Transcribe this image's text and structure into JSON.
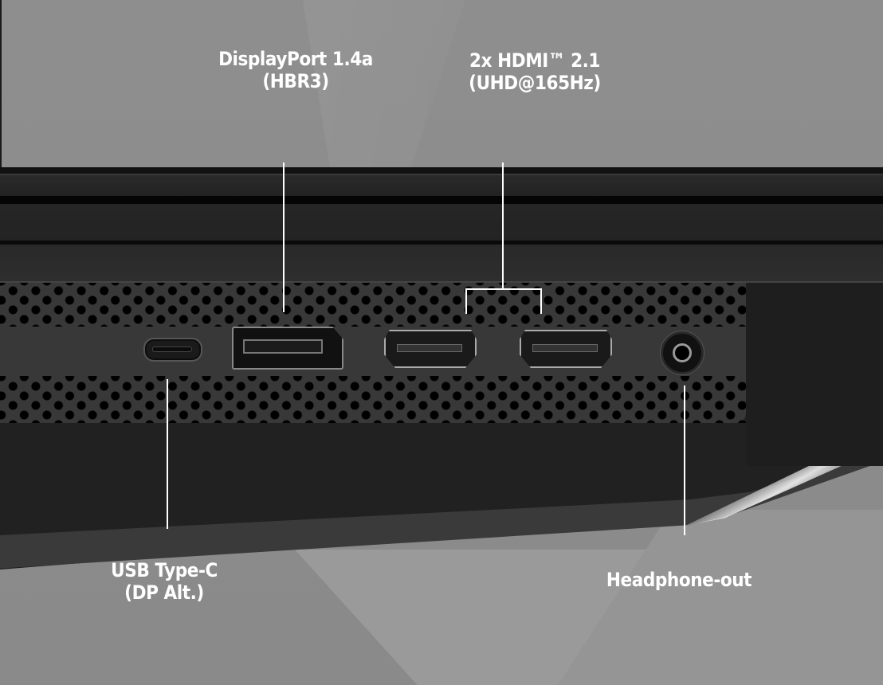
{
  "scene": {
    "description": "Monitor rear I/O ports with callout labels",
    "background_color": "#8c8c8c",
    "body_color": "#212121",
    "label_color": "#ffffff"
  },
  "callouts": {
    "displayport": {
      "line1": "DisplayPort 1.4a",
      "line2": "(HBR3)",
      "icon": "displayport-icon"
    },
    "hdmi": {
      "line1": "2x HDMI™ 2.1",
      "line2": "(UHD@165Hz)",
      "icon": "hdmi-icon"
    },
    "usbc": {
      "line1": "USB Type-C",
      "line2": "(DP Alt.)",
      "icon": "usb-c-icon"
    },
    "headphone": {
      "line1": "Headphone-out",
      "icon": "headphone-jack-icon"
    }
  }
}
